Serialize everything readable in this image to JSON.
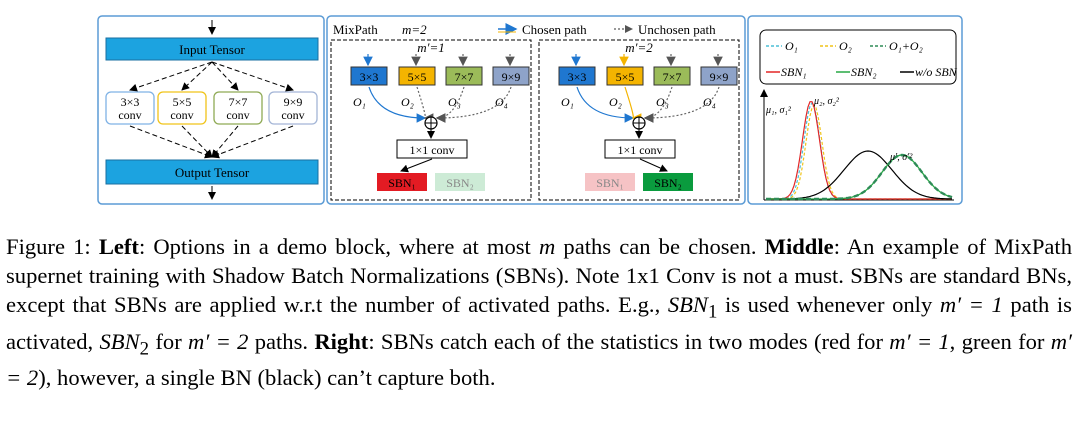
{
  "left": {
    "input_label": "Input Tensor",
    "output_label": "Output Tensor",
    "ops": [
      {
        "size": "3×3",
        "type": "conv",
        "border": "#7fb2e5"
      },
      {
        "size": "5×5",
        "type": "conv",
        "border": "#f0c419"
      },
      {
        "size": "7×7",
        "type": "conv",
        "border": "#8faa55"
      },
      {
        "size": "9×9",
        "type": "conv",
        "border": "#a3b5d6"
      }
    ]
  },
  "middle": {
    "title": "MixPath",
    "m_label": "m=2",
    "legend_chosen": "Chosen path",
    "legend_unchosen": "Unchosen path",
    "left_panel": {
      "m_prime": "m′=1",
      "ops": [
        "3×3",
        "5×5",
        "7×7",
        "9×9"
      ],
      "outputs": [
        "O₁",
        "O₂",
        "O₃",
        "O₄"
      ],
      "conv": "1×1 conv",
      "sbn1": "SBN₁",
      "sbn2": "SBN₂"
    },
    "right_panel": {
      "m_prime": "m′=2",
      "ops": [
        "3×3",
        "5×5",
        "7×7",
        "9×9"
      ],
      "outputs": [
        "O₁",
        "O₂",
        "O₃",
        "O₄"
      ],
      "conv": "1×1 conv",
      "sbn1": "SBN₁",
      "sbn2": "SBN₂"
    },
    "op_colors": [
      "#1f77d0",
      "#f4b400",
      "#9bbb59",
      "#8ea3c9"
    ]
  },
  "right": {
    "legend": {
      "row1": [
        "O₁",
        "O₂",
        "O₁+O₂"
      ],
      "row2": [
        "SBN₁",
        "SBN₂",
        "w/o SBN"
      ]
    },
    "labels": {
      "mode1": "μ₁, σ₁²",
      "mode2": "μ₂, σ₂²",
      "merged": "μ′, σ′²"
    },
    "colors": {
      "o1": "#4bbfd6",
      "o2": "#f0c419",
      "o12": "#2e8b57",
      "sbn1": "#e32626",
      "sbn2": "#27a844",
      "nosbn": "#000000"
    }
  },
  "caption": {
    "left_bold": "Left",
    "p1": ": Options in a demo block, where at most ",
    "m": "m",
    "p2": " paths can be chosen. ",
    "middle_bold": "Middle",
    "p3": ": An example of MixPath supernet training with Shadow Batch Normalizations (SBNs). Note 1x1 Conv is not a must. SBNs are standard BNs, except that SBNs are applied w.r.t the number of activated paths. E.g., ",
    "sbn1": "SBN",
    "sub1": "1",
    "p4": " is used whenever only ",
    "eq1": "m′ = 1",
    "p5": " path is activated, ",
    "sbn2": "SBN",
    "sub2": "2",
    "p6": " for ",
    "eq2": "m′ = 2",
    "p7": " paths. ",
    "right_bold": "Right",
    "p8": ": SBNs catch each of the statistics in two modes (red for ",
    "eq3": "m′ = 1",
    "p9": ", green for ",
    "eq4": "m′ = 2",
    "p10": "), however, a single BN (black) can’t capture both."
  }
}
